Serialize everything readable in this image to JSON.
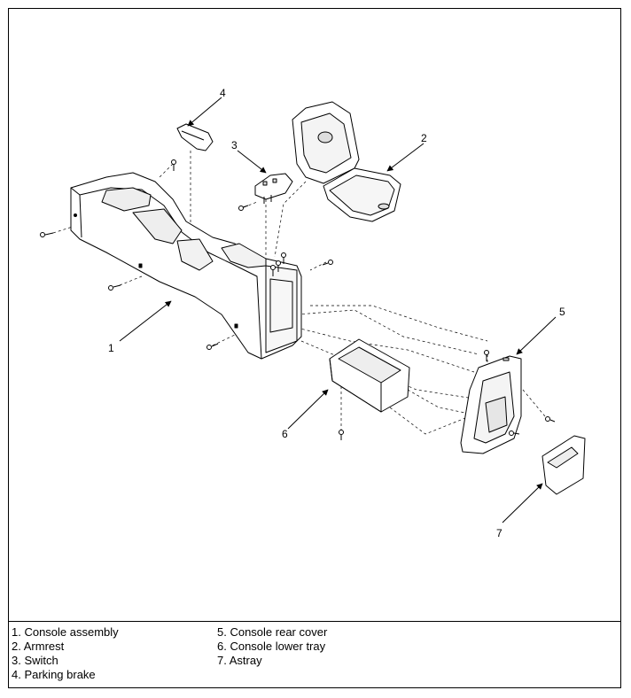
{
  "callouts": [
    "1",
    "2",
    "3",
    "4",
    "5",
    "6",
    "7"
  ],
  "legend": {
    "left": [
      "1. Console assembly",
      "2. Armrest",
      "3. Switch",
      "4. Parking brake"
    ],
    "right": [
      "5. Console rear cover",
      "6. Console lower tray",
      "7. Astray"
    ]
  },
  "colors": {
    "line": "#000000",
    "fill": "#ffffff",
    "shade": "#d9d9d9"
  }
}
